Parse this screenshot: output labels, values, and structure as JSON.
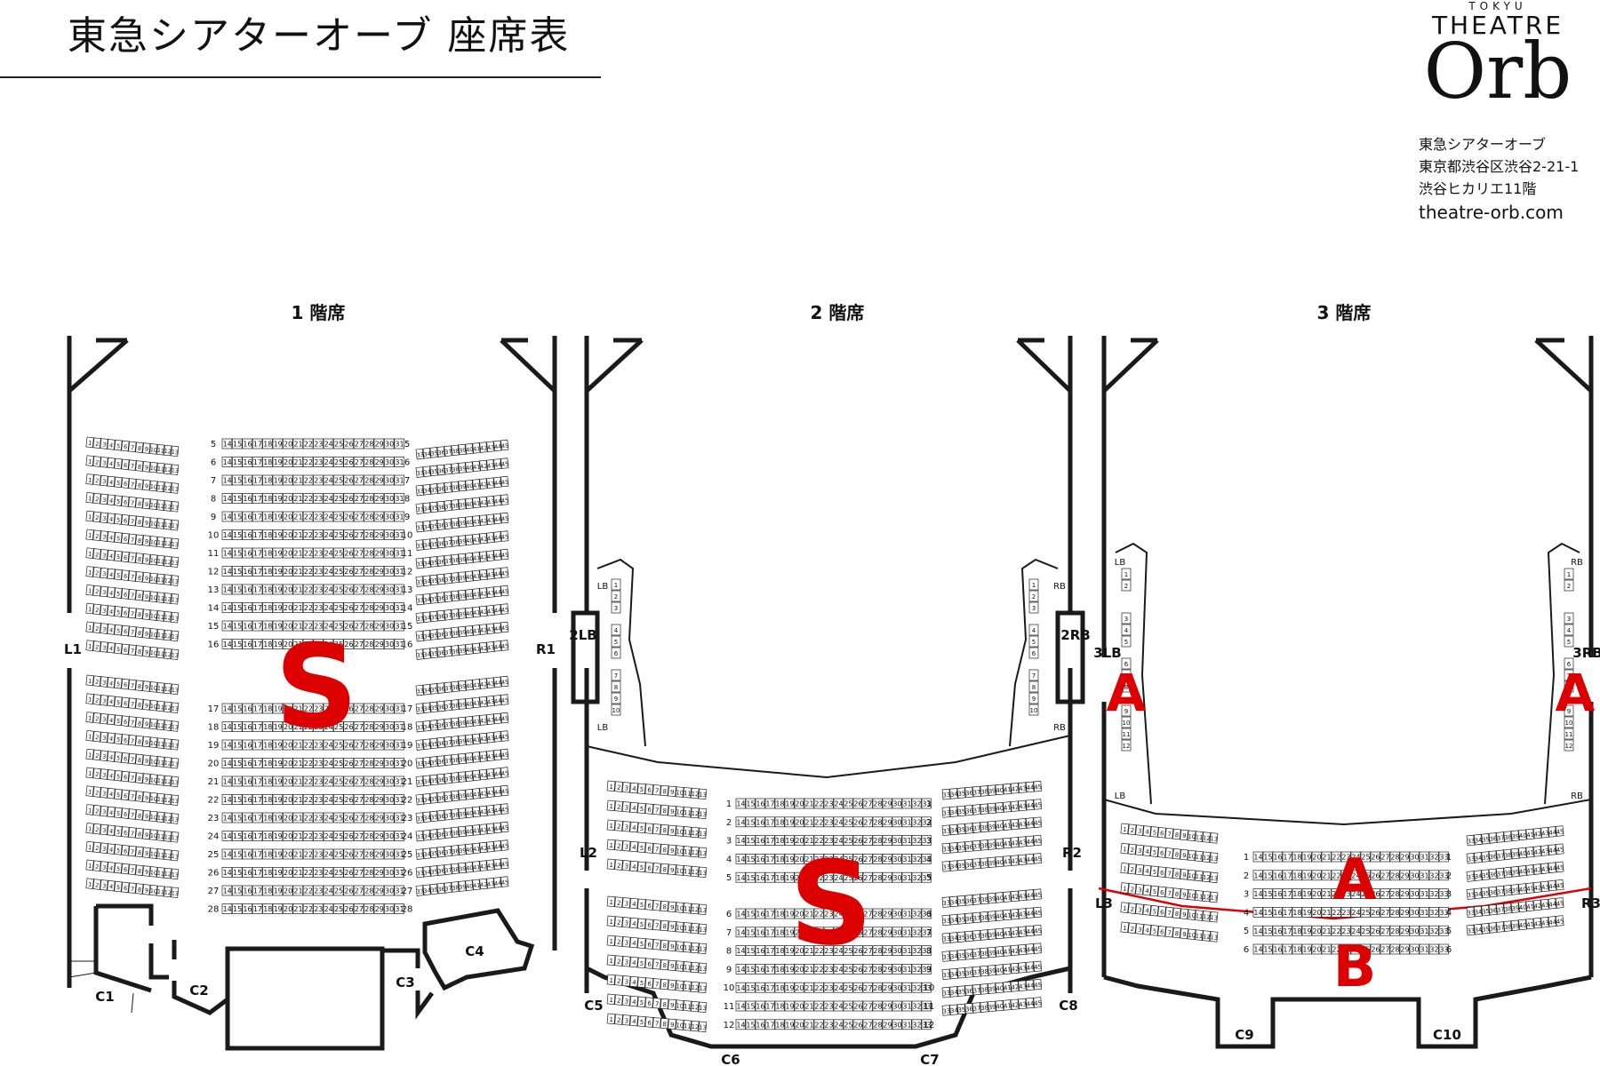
{
  "header": {
    "title": "東急シアターオーブ 座席表",
    "logo_top": "TOKYU",
    "logo_mid": "THEATRE",
    "logo_main": "Orb"
  },
  "info": {
    "name": "東急シアターオーブ",
    "address1": "東京都渋谷区渋谷2-21-1",
    "address2": "渋谷ヒカリエ11階",
    "website": "theatre-orb.com"
  },
  "floors": [
    {
      "label": "1 階席"
    },
    {
      "label": "2 階席"
    },
    {
      "label": "3 階席"
    }
  ],
  "colors": {
    "zone": "#dd0000",
    "line": "#1a1a1a"
  },
  "floor1": {
    "left_seats": [
      "1",
      "2",
      "3",
      "4",
      "5",
      "6",
      "7",
      "8",
      "9",
      "10",
      "11",
      "12",
      "13"
    ],
    "center_seats": [
      "14",
      "15",
      "16",
      "17",
      "18",
      "19",
      "20",
      "21",
      "22",
      "23",
      "24",
      "25",
      "26",
      "27",
      "28",
      "29",
      "30",
      "31"
    ],
    "right_seats": [
      "33",
      "34",
      "35",
      "36",
      "37",
      "38",
      "39",
      "40",
      "41",
      "42",
      "43",
      "44",
      "45"
    ],
    "rows_a": [
      "5",
      "6",
      "7",
      "8",
      "9",
      "10",
      "11",
      "12",
      "13",
      "14",
      "15",
      "16"
    ],
    "rows_b": [
      "17",
      "18",
      "19",
      "20",
      "21",
      "22",
      "23",
      "24",
      "25",
      "26",
      "27",
      "28"
    ],
    "zone": "S",
    "doors": [
      "L1",
      "R1",
      "C1",
      "C2",
      "C3",
      "C4"
    ]
  },
  "floor2": {
    "left_seats": [
      "1",
      "2",
      "3",
      "4",
      "5",
      "6",
      "7",
      "8",
      "9",
      "10",
      "11",
      "12",
      "13"
    ],
    "center_seats": [
      "14",
      "15",
      "16",
      "17",
      "18",
      "19",
      "20",
      "21",
      "22",
      "23",
      "24",
      "25",
      "26",
      "27",
      "28",
      "29",
      "30",
      "31",
      "32",
      "33"
    ],
    "right_seats": [
      "33",
      "34",
      "35",
      "36",
      "37",
      "38",
      "39",
      "40",
      "41",
      "42",
      "43",
      "44",
      "45"
    ],
    "rows": [
      "1",
      "2",
      "3",
      "4",
      "5",
      "6",
      "7",
      "8",
      "9",
      "10",
      "11",
      "12"
    ],
    "zone": "S",
    "box_left": "LB",
    "box_right": "RB",
    "box_seats": [
      "1",
      "2",
      "3",
      "4",
      "5",
      "6",
      "7",
      "8",
      "9",
      "10"
    ],
    "doors": [
      "2LB",
      "2RB",
      "L2",
      "R2",
      "C5",
      "C6",
      "C7",
      "C8"
    ]
  },
  "floor3": {
    "left_seats": [
      "1",
      "2",
      "3",
      "4",
      "5",
      "6",
      "7",
      "8",
      "9",
      "10",
      "11",
      "12",
      "13"
    ],
    "center_seats": [
      "14",
      "15",
      "16",
      "17",
      "18",
      "19",
      "20",
      "21",
      "22",
      "23",
      "24",
      "25",
      "26",
      "27",
      "28",
      "29",
      "30",
      "31",
      "32",
      "33"
    ],
    "right_seats": [
      "33",
      "34",
      "35",
      "36",
      "37",
      "38",
      "39",
      "40",
      "41",
      "42",
      "43",
      "44",
      "45"
    ],
    "rows": [
      "1",
      "2",
      "3",
      "4",
      "5",
      "6"
    ],
    "zone_side": "A",
    "zone_center_a": "A",
    "zone_center_b": "B",
    "box_left": "LB",
    "box_right": "RB",
    "box_seats": [
      "1",
      "2",
      "3",
      "4",
      "5",
      "6",
      "7",
      "8",
      "9",
      "10",
      "11",
      "12"
    ],
    "doors": [
      "3LB",
      "3RB",
      "L3",
      "R3",
      "C9",
      "C10"
    ]
  }
}
